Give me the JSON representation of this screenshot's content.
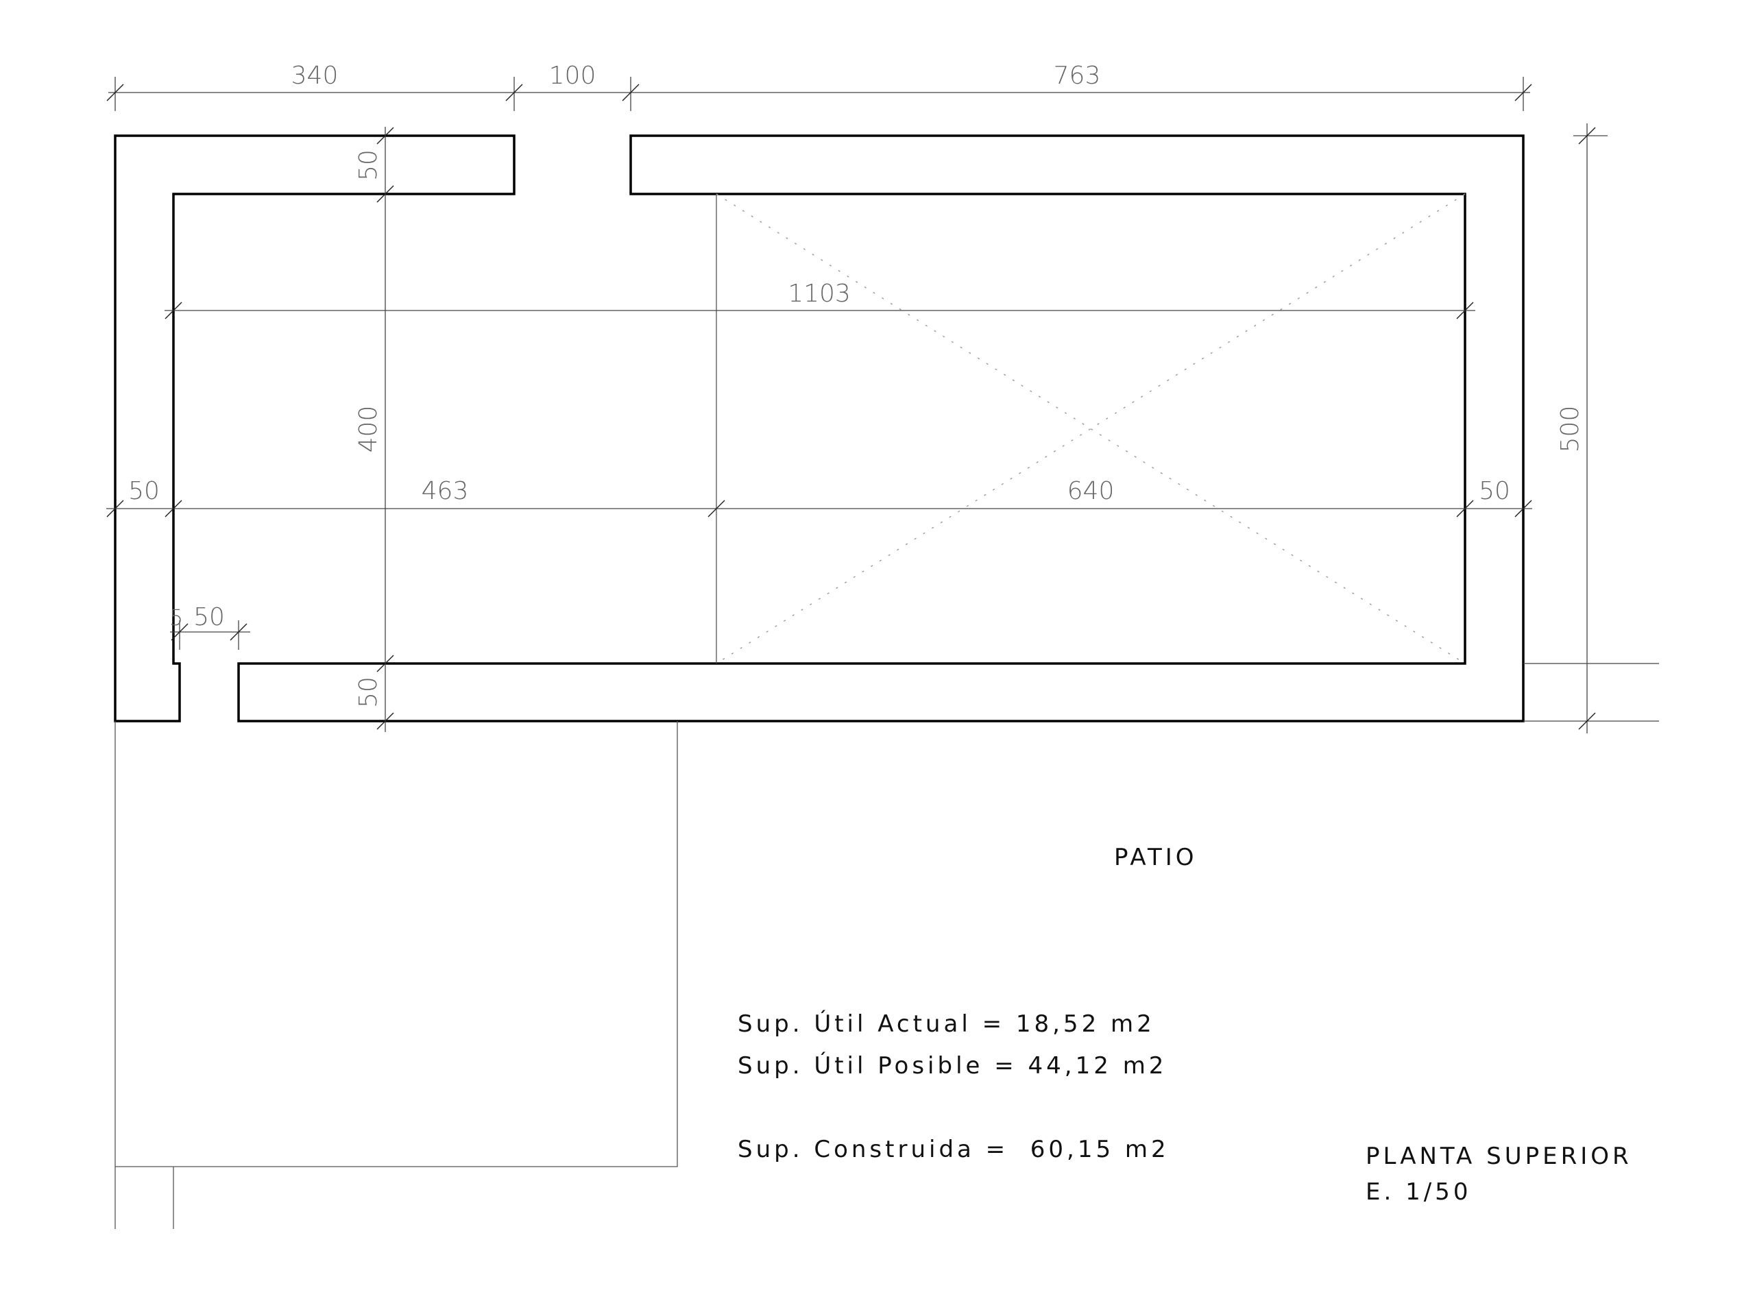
{
  "dimensions": {
    "top_left": "340",
    "top_door": "100",
    "top_right": "763",
    "wall_top": "50",
    "wall_bottom": "50",
    "interior_height": "400",
    "overall_height": "500",
    "interior_length": "1103",
    "wall_left": "50",
    "zone_left": "463",
    "zone_right": "640",
    "wall_right": "50",
    "small_a": "5",
    "small_b": "50"
  },
  "labels": {
    "patio": "PATIO",
    "sup_util_actual": "Sup. Útil Actual = 18,52 m2",
    "sup_util_posible": "Sup. Útil Posible = 44,12 m2",
    "sup_construida": "Sup. Construida =  60,15 m2",
    "plan_title": "PLANTA SUPERIOR",
    "plan_scale": "E. 1/50"
  }
}
